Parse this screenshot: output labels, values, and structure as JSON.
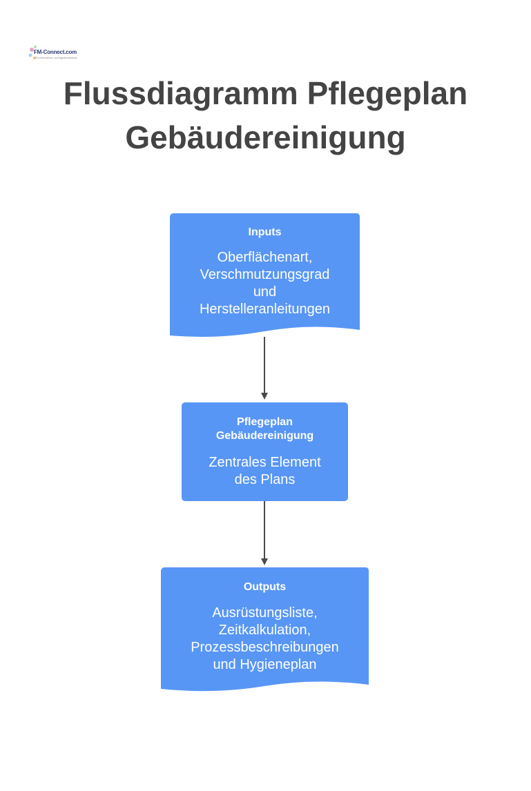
{
  "logo": {
    "text": "FM-Connect.com",
    "subtext": "FM-Informations- und Agenturnetzwerk"
  },
  "title": {
    "line1": "Flussdiagramm Pflegeplan",
    "line2": "Gebäudereinigung"
  },
  "nodes": [
    {
      "heading": "Inputs",
      "body": [
        "Oberflächenart,",
        "Verschmutzungsgrad",
        "und",
        "Herstelleranleitungen"
      ]
    },
    {
      "heading": [
        "Pflegeplan",
        "Gebäudereinigung"
      ],
      "body": [
        "Zentrales Element",
        "des Plans"
      ]
    },
    {
      "heading": "Outputs",
      "body": [
        "Ausrüstungsliste,",
        "Zeitkalkulation,",
        "Prozessbeschreibungen",
        "und Hygieneplan"
      ]
    }
  ],
  "colors": {
    "node_fill": "#5896f5",
    "arrow": "#4a4a4a",
    "title": "#444444"
  }
}
